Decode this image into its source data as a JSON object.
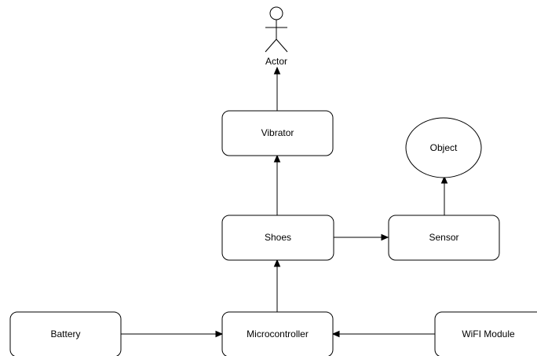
{
  "diagram": {
    "actor": {
      "label": "Actor",
      "icon": "stick-figure-icon"
    },
    "nodes": {
      "vibrator": {
        "label": "Vibrator",
        "shape": "rounded-rect"
      },
      "object": {
        "label": "Object",
        "shape": "ellipse"
      },
      "shoes": {
        "label": "Shoes",
        "shape": "rounded-rect"
      },
      "sensor": {
        "label": "Sensor",
        "shape": "rounded-rect"
      },
      "battery": {
        "label": "Battery",
        "shape": "rounded-rect"
      },
      "microcontroller": {
        "label": "Microcontroller",
        "shape": "rounded-rect"
      },
      "wifi": {
        "label": "WiFI Module",
        "shape": "rounded-rect"
      }
    },
    "edges": [
      {
        "from": "vibrator",
        "to": "actor"
      },
      {
        "from": "shoes",
        "to": "vibrator"
      },
      {
        "from": "shoes",
        "to": "sensor"
      },
      {
        "from": "sensor",
        "to": "object"
      },
      {
        "from": "microcontroller",
        "to": "shoes"
      },
      {
        "from": "battery",
        "to": "microcontroller"
      },
      {
        "from": "wifi",
        "to": "microcontroller"
      }
    ],
    "colors": {
      "stroke": "#000000",
      "fill": "#ffffff",
      "text": "#000000"
    }
  }
}
